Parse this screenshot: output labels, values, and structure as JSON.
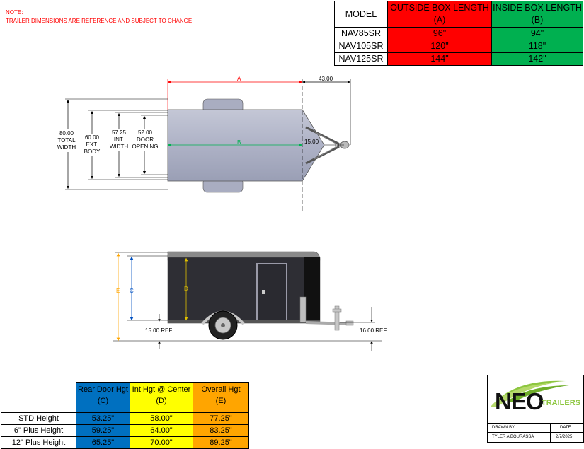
{
  "note": {
    "title": "NOTE:",
    "text": "TRAILER DIMENSIONS ARE REFERENCE AND SUBJECT TO CHANGE"
  },
  "model_table": {
    "headers": {
      "model": "MODEL",
      "outside_line1": "OUTSIDE BOX LENGTH",
      "outside_line2": "(A)",
      "inside_line1": "INSIDE BOX LENGTH",
      "inside_line2": "(B)"
    },
    "rows": [
      {
        "model": "NAV85SR",
        "outside": "96\"",
        "inside": "94\""
      },
      {
        "model": "NAV105SR",
        "outside": "120\"",
        "inside": "118\""
      },
      {
        "model": "NAV125SR",
        "outside": "144\"",
        "inside": "142\""
      }
    ],
    "colors": {
      "outside": "#ff0000",
      "inside": "#00b050"
    }
  },
  "top_view": {
    "label_a": "A",
    "label_b": "B",
    "dim_tongue": "43.00",
    "dim_coupler": "15.00",
    "total_width": [
      "80.00",
      "TOTAL",
      "WIDTH"
    ],
    "ext_body": [
      "60.00",
      "EXT.",
      "BODY"
    ],
    "int_width": [
      "57.25",
      "INT.",
      "WIDTH"
    ],
    "door_opening": [
      "52.00",
      "DOOR",
      "OPENING"
    ]
  },
  "side_view": {
    "label_e": "E",
    "label_c": "C",
    "label_d": "D",
    "ref_rear": "15.00 REF.",
    "ref_front": "16.00 REF."
  },
  "height_table": {
    "headers": [
      {
        "line1": "Rear Door Hgt",
        "line2": "(C)"
      },
      {
        "line1": "Int Hgt @ Center",
        "line2": "(D)"
      },
      {
        "line1": "Overall Hgt",
        "line2": "(E)"
      }
    ],
    "rows": [
      {
        "label": "STD Height",
        "c": "53.25\"",
        "d": "58.00\"",
        "e": "77.25\""
      },
      {
        "label": "6\" Plus Height",
        "c": "59.25\"",
        "d": "64.00\"",
        "e": "83.25\""
      },
      {
        "label": "12\" Plus Height",
        "c": "65.25\"",
        "d": "70.00\"",
        "e": "89.25\""
      }
    ],
    "colors": {
      "c": "#0070c0",
      "d": "#ffff00",
      "e": "#ffa500"
    }
  },
  "title_block": {
    "logo_main": "NEO",
    "logo_sub": "TRAILERS",
    "drawn_by_label": "DRAWN BY",
    "date_label": "DATE",
    "drawn_by": "TYLER A BOURASSA",
    "date": "2/7/2025"
  }
}
